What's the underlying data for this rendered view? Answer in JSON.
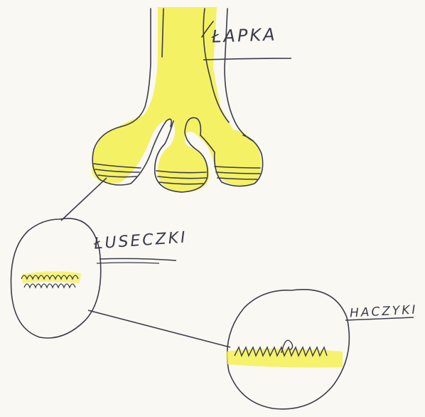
{
  "labels": {
    "paw": "ŁAPKA",
    "scales": "ŁUSECZKI",
    "hooks": "HACZYKI"
  },
  "colors": {
    "paper": "#f9f8f3",
    "ink": "#3a3c4a",
    "highlight": "#f5f04a"
  }
}
